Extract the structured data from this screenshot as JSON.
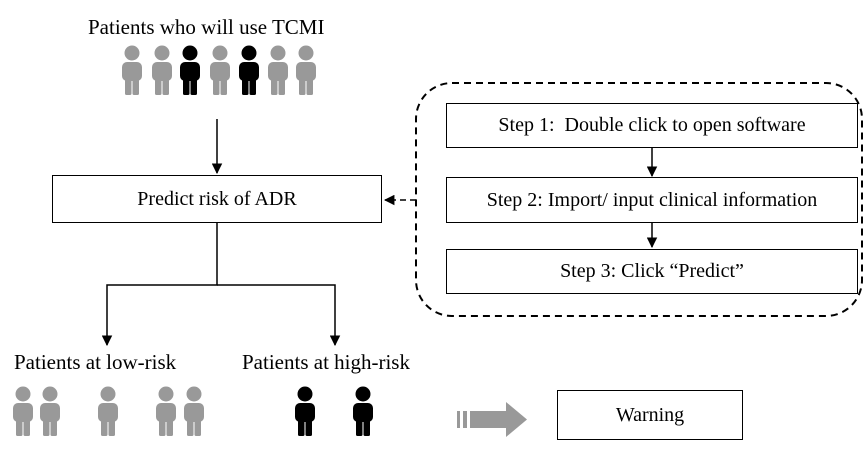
{
  "top_group": {
    "label": "Patients who will use TCMI",
    "people": [
      "gray",
      "gray",
      "black",
      "gray",
      "black",
      "gray",
      "gray"
    ]
  },
  "predict_box": {
    "label": "Predict risk of ADR"
  },
  "steps": [
    {
      "label": "Step 1:  Double click to open software"
    },
    {
      "label": "Step 2: Import/ input clinical information"
    },
    {
      "label": "Step 3: Click “Predict”"
    }
  ],
  "low_risk": {
    "label": "Patients at low-risk",
    "people": [
      "gray",
      "gray",
      "gray",
      "gray",
      "gray"
    ]
  },
  "high_risk": {
    "label": "Patients at high-risk",
    "people": [
      "black",
      "black"
    ]
  },
  "warning_box": {
    "label": "Warning"
  },
  "colors": {
    "gray_person": "#999999",
    "black_person": "#000000",
    "arrow_gray": "#999999"
  }
}
